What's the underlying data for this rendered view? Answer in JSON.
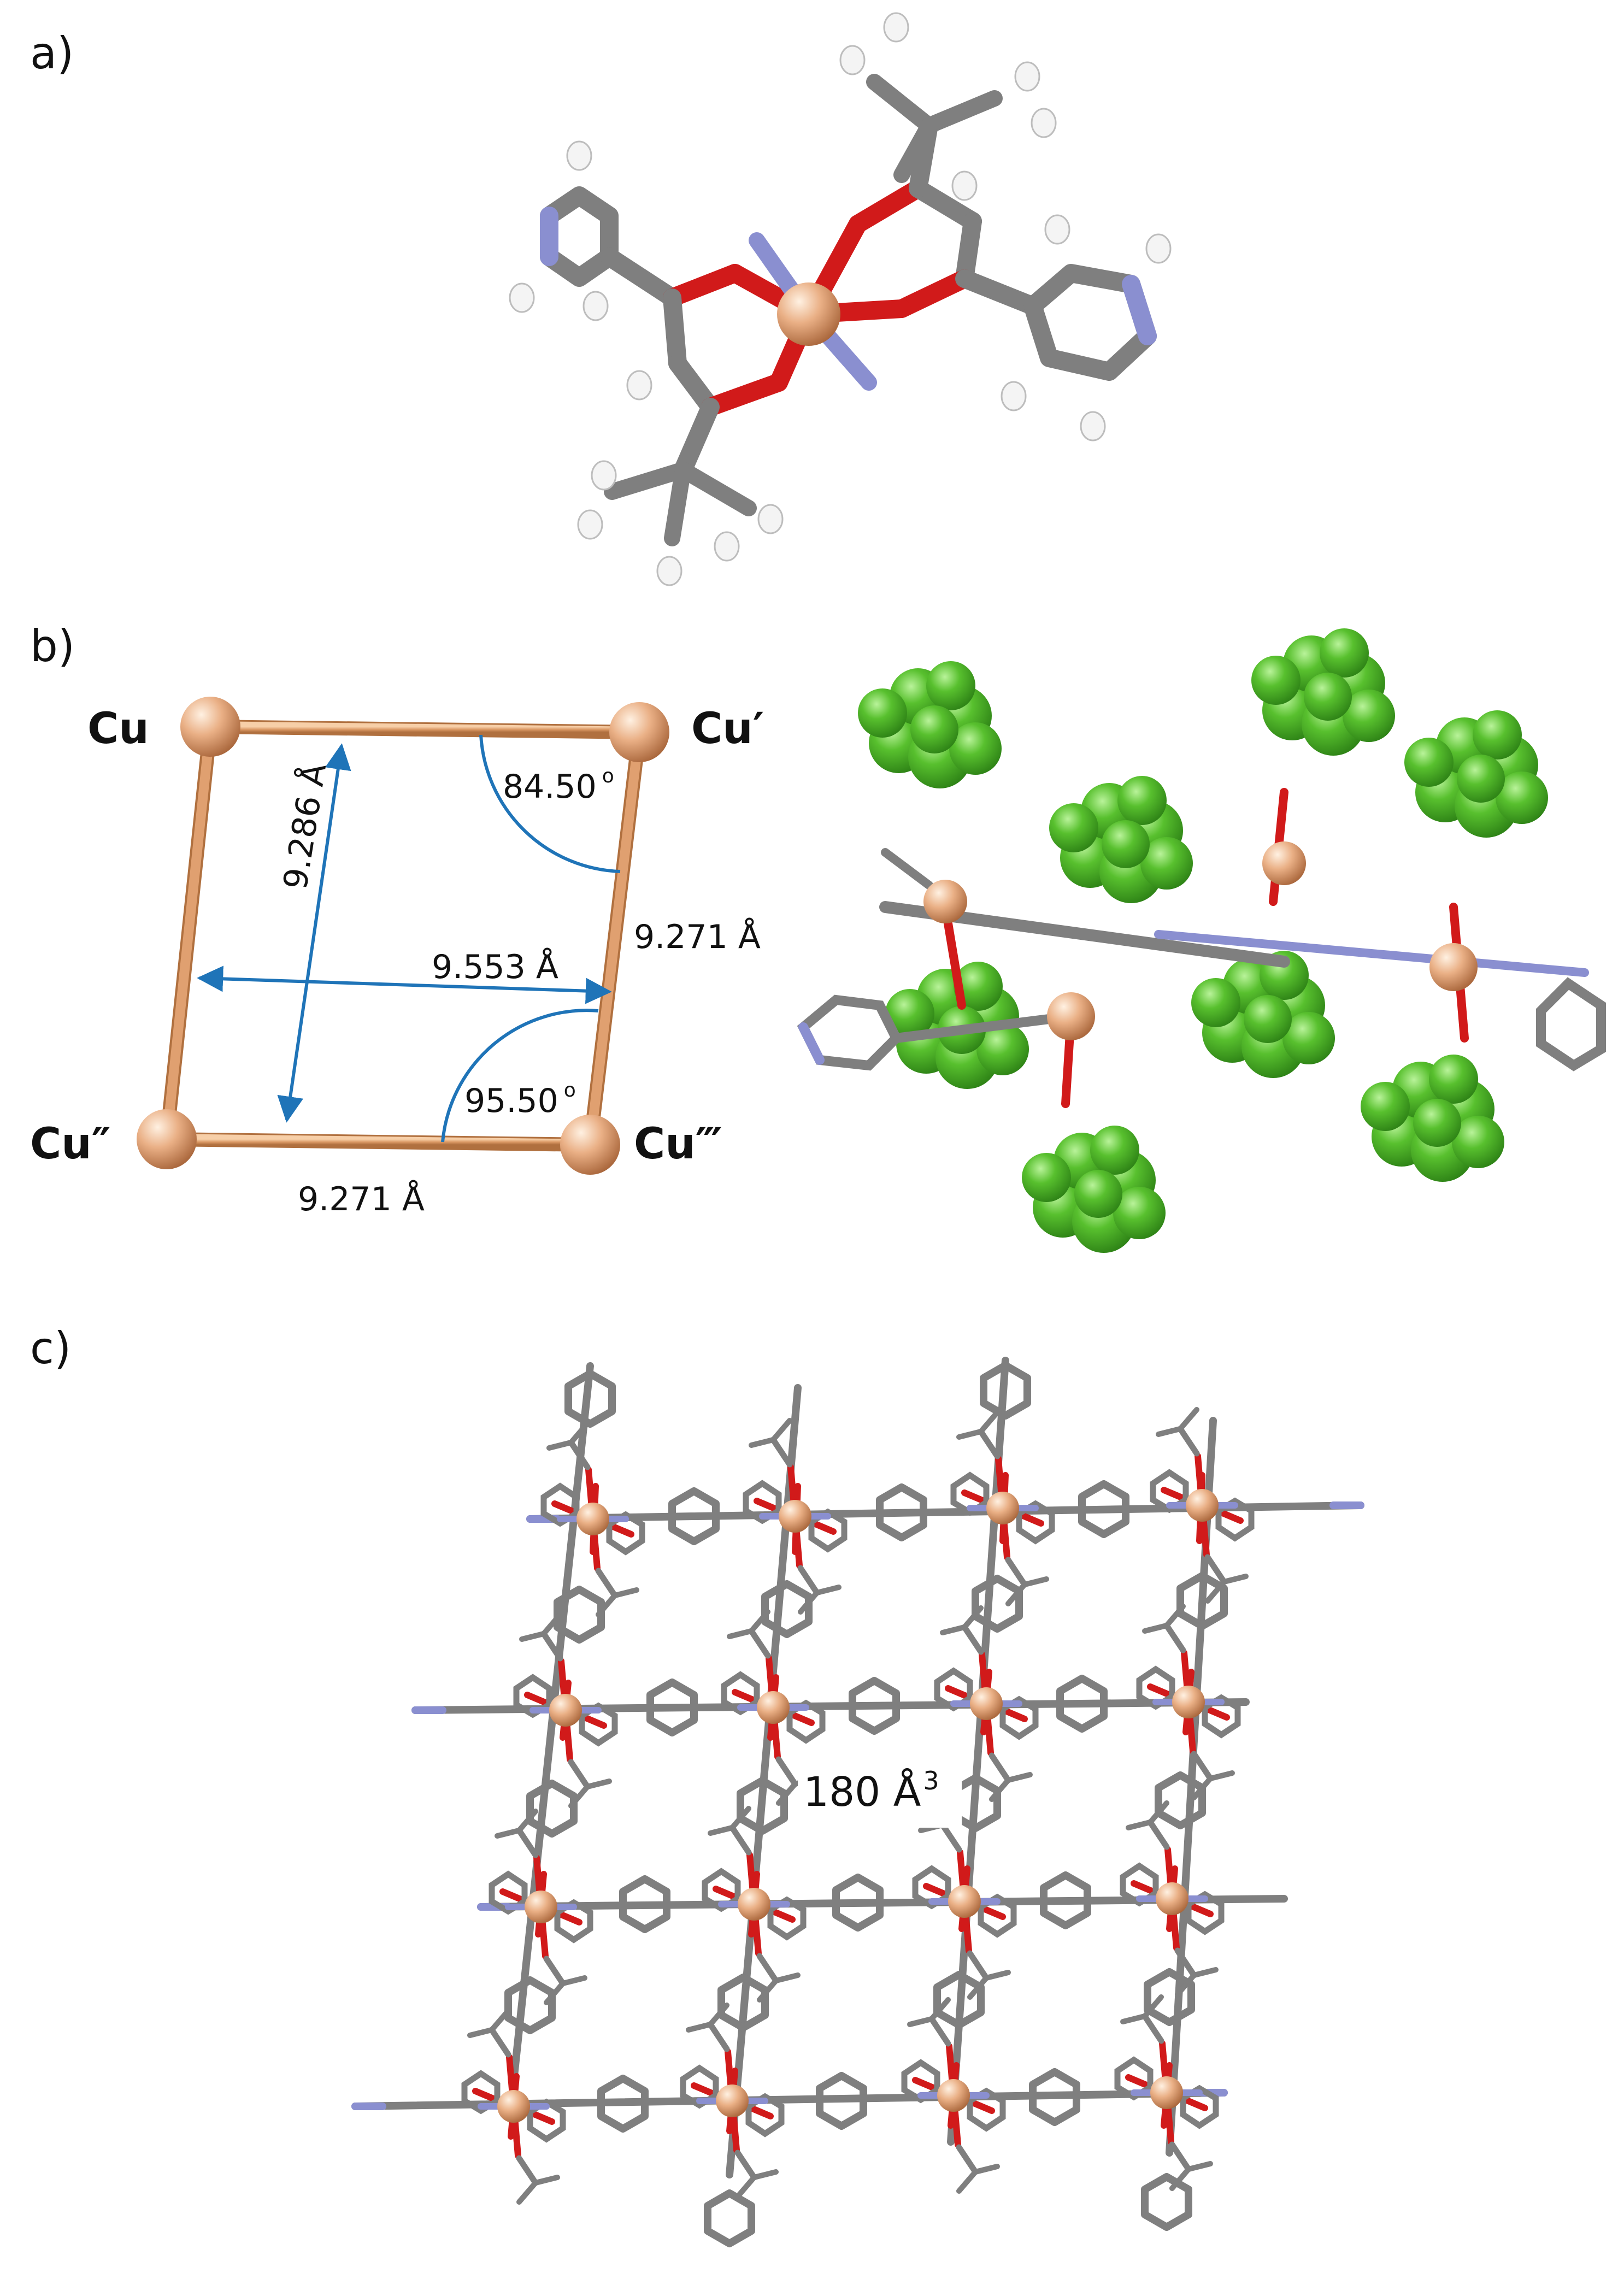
{
  "panels": {
    "a": {
      "label": "a)"
    },
    "b": {
      "label": "b)",
      "nodes": [
        "Cu",
        "Cu′",
        "Cu″",
        "Cu‴"
      ],
      "diagonal_1": "9.286 Å",
      "diagonal_2": "9.553 Å",
      "side_right": "9.271 Å",
      "side_bottom": "9.271 Å",
      "angle_acute": "84.50",
      "angle_obtuse": "95.50",
      "degree_symbol": "o"
    },
    "c": {
      "label": "c)",
      "pore_volume": "180 Å",
      "pore_volume_exp": "3"
    }
  },
  "colors": {
    "copper": "#e8a878",
    "carbon": "#7f7f7f",
    "oxygen": "#d11a1a",
    "nitrogen": "#8a8fd0",
    "hydrogen": "#f2f2f2",
    "guest_spheres": "#4fb82a",
    "measure_arrows": "#1f74b8",
    "bond_tube": "#e0a070"
  }
}
